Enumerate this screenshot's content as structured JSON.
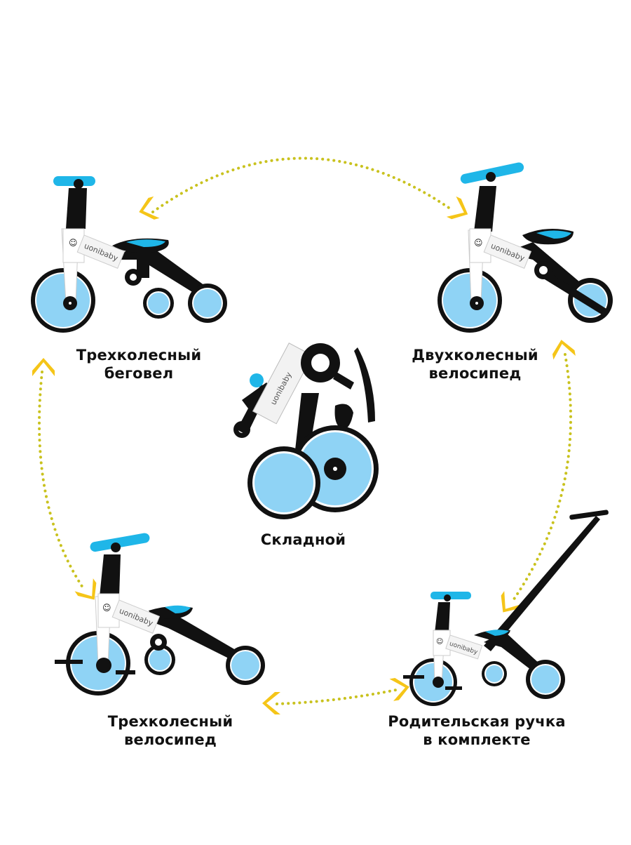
{
  "brand": "uonibaby",
  "colors": {
    "arrow": "#f5c518",
    "dots": "#c9c21e",
    "wheel": "#8fd3f5",
    "frame": "#111111",
    "accent": "#1fb6e8",
    "panel": "#f4f4f4"
  },
  "modes": [
    {
      "id": "three-wheel-balance",
      "line1": "Трехколесный",
      "line2": "беговел"
    },
    {
      "id": "two-wheel-bike",
      "line1": "Двухколесный",
      "line2": "велосипед"
    },
    {
      "id": "folded",
      "line1": "Складной",
      "line2": ""
    },
    {
      "id": "three-wheel-bike",
      "line1": "Трехколесный",
      "line2": "велосипед"
    },
    {
      "id": "parent-handle",
      "line1": "Родительская ручка",
      "line2": "в комплекте"
    }
  ]
}
